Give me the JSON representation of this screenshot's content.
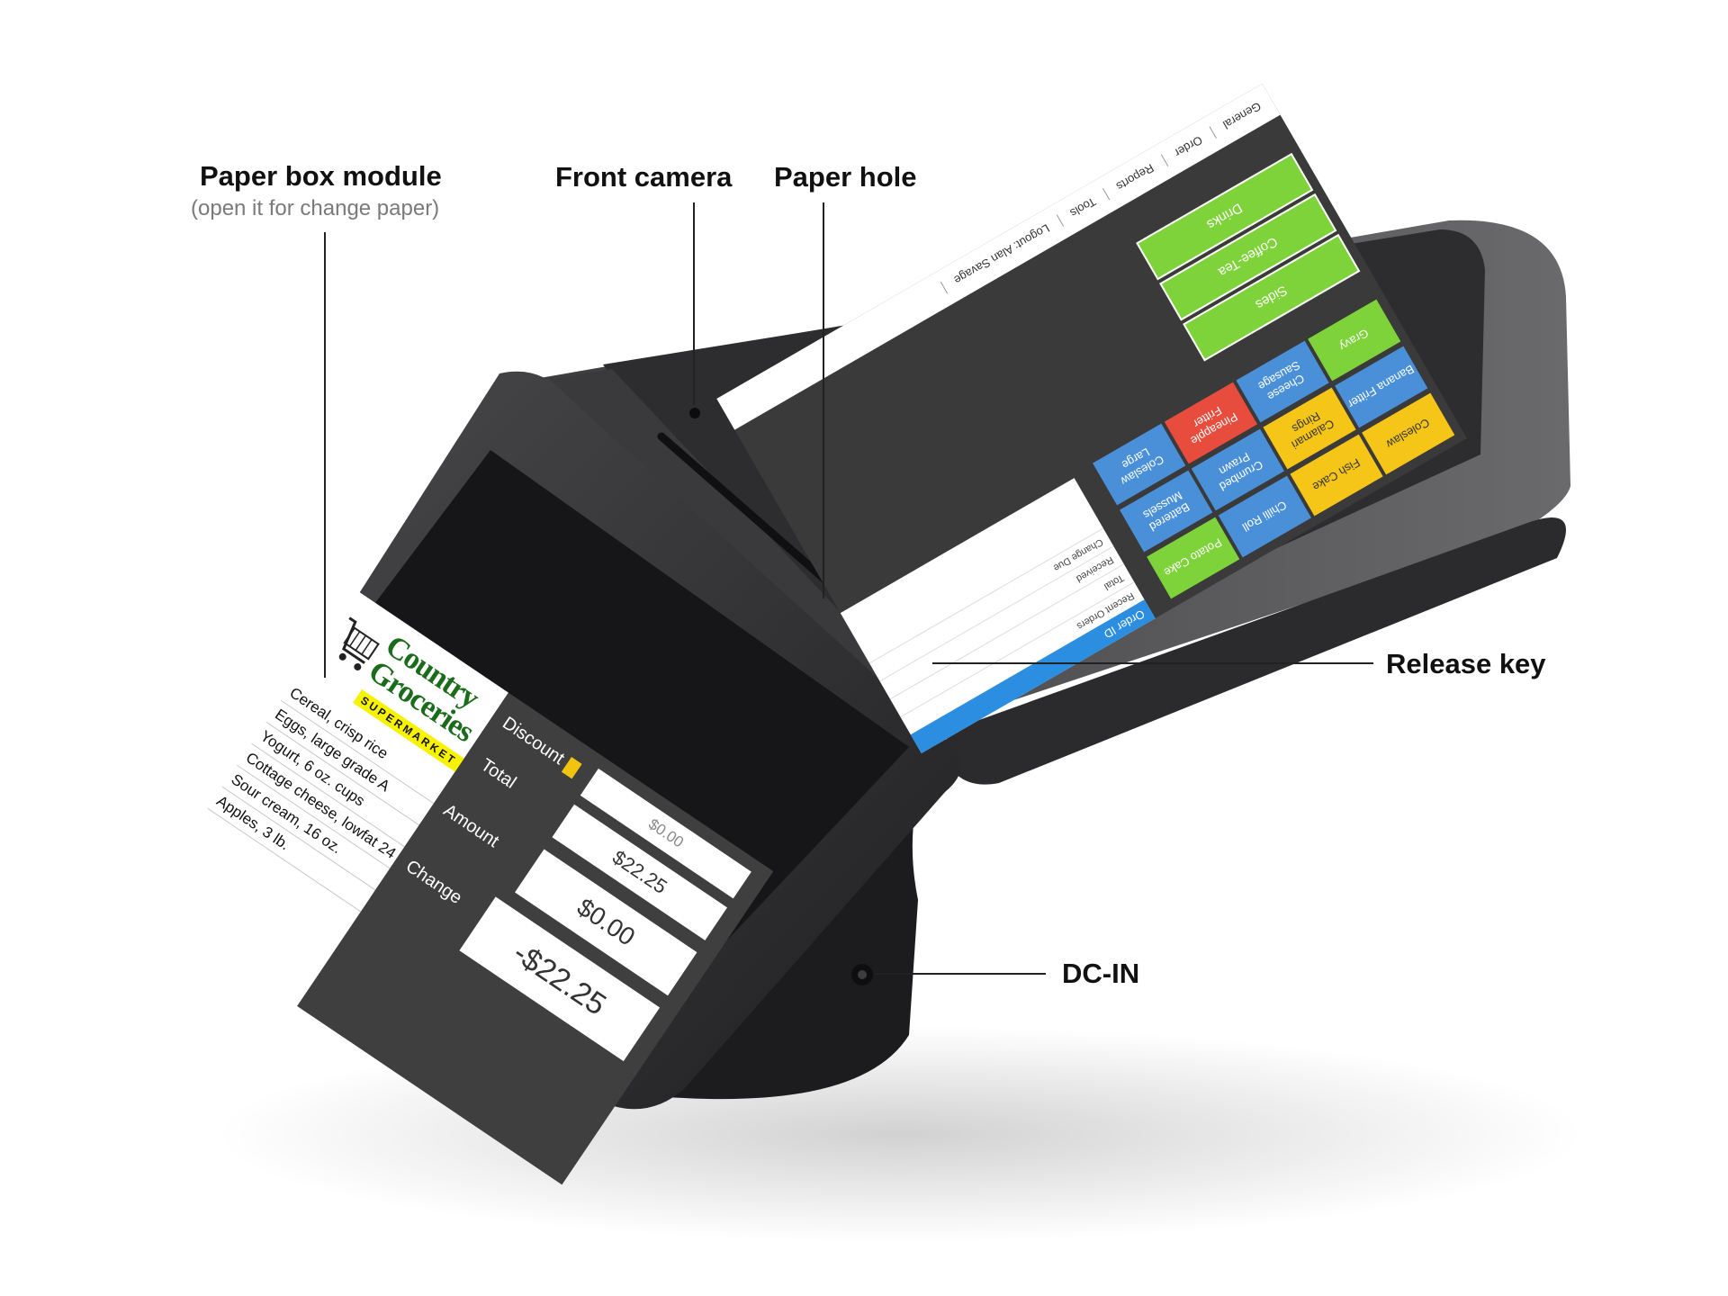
{
  "callouts": {
    "paper_box": {
      "title": "Paper box module",
      "subtitle": "(open it for change paper)"
    },
    "front_camera": {
      "title": "Front camera"
    },
    "paper_hole": {
      "title": "Paper hole"
    },
    "release_key": {
      "title": "Release key"
    },
    "dc_in": {
      "title": "DC-IN"
    }
  },
  "customer_display": {
    "logo": {
      "line1": "Country",
      "line2": "Groceries",
      "tag": "SUPERMARKET"
    },
    "items": [
      "Cereal, crisp rice",
      "Eggs, large grade A",
      "Yogurt, 6 oz. cups",
      "Cottage cheese, lowfat 24 oz.",
      "Sour cream, 16 oz.",
      "Apples, 3 lb."
    ],
    "labels": {
      "discount": "Discount",
      "total": "Total",
      "amount": "Amount",
      "change": "Change"
    },
    "values": {
      "discount": "$0.00",
      "total": "$22.25",
      "amount": "$0.00",
      "change": "-$22.25"
    }
  },
  "pos_screen": {
    "tiles": [
      {
        "label": "Coleslaw",
        "color": "yellow"
      },
      {
        "label": "Fish Cake",
        "color": "yellow"
      },
      {
        "label": "Chilli Roll",
        "color": "blue"
      },
      {
        "label": "Potato Cake",
        "color": "green"
      },
      {
        "label": "Banana Fritter",
        "color": "blue"
      },
      {
        "label": "Calamari Rings",
        "color": "yellow"
      },
      {
        "label": "Crumbed Prawn",
        "color": "blue"
      },
      {
        "label": "Battered Mussels",
        "color": "blue"
      },
      {
        "label": "Gravy",
        "color": "green"
      },
      {
        "label": "Cheese Sausage",
        "color": "blue"
      },
      {
        "label": "Pineapple Fritter",
        "color": "red"
      },
      {
        "label": "Coleslaw Large",
        "color": "blue"
      }
    ],
    "side_tiles": [
      "Sides",
      "Coffee-Tea",
      "Drinks"
    ],
    "tabs": [
      "General",
      "Order",
      "Reports",
      "Tools",
      "Logout: Alan Savage"
    ],
    "order_panel": {
      "header": "Order ID",
      "received_label": "Received",
      "change_due_label": "Change Due",
      "total_label": "Total",
      "recent_orders": "Recent Orders"
    }
  }
}
